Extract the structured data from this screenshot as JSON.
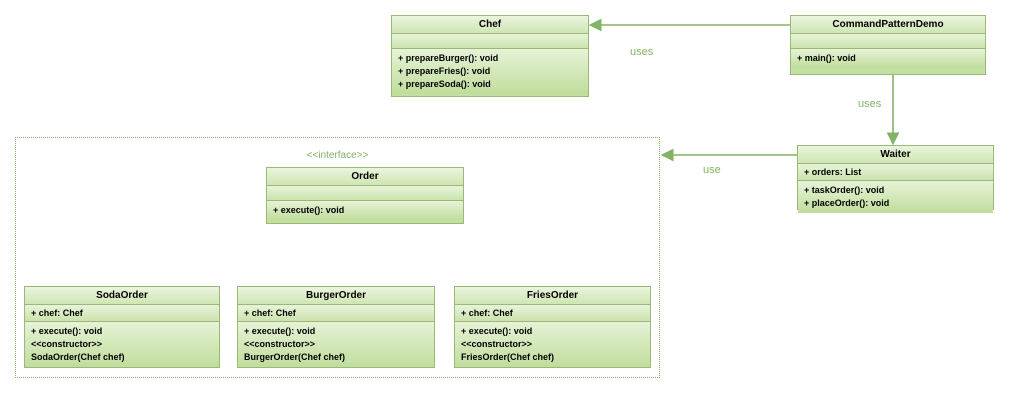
{
  "diagram": {
    "package": {
      "stereotype": "<<interface>>"
    },
    "classes": {
      "chef": {
        "name": "Chef",
        "attributes": [],
        "operations": [
          "+ prepareBurger(): void",
          "+ prepareFries(): void",
          "+ prepareSoda(): void"
        ]
      },
      "command_pattern_demo": {
        "name": "CommandPatternDemo",
        "attributes": [],
        "operations": [
          "+ main(): void"
        ]
      },
      "waiter": {
        "name": "Waiter",
        "attributes": [
          "+ orders: List"
        ],
        "operations": [
          "+ taskOrder(): void",
          "+ placeOrder(): void"
        ]
      },
      "order": {
        "name": "Order",
        "attributes": [],
        "operations": [
          "+ execute(): void"
        ]
      },
      "soda_order": {
        "name": "SodaOrder",
        "attributes": [
          "+ chef: Chef"
        ],
        "operations": [
          "+ execute(): void",
          "<<constructor>>",
          "SodaOrder(Chef chef)"
        ]
      },
      "burger_order": {
        "name": "BurgerOrder",
        "attributes": [
          "+ chef: Chef"
        ],
        "operations": [
          "+ execute(): void",
          "<<constructor>>",
          "BurgerOrder(Chef chef)"
        ]
      },
      "fries_order": {
        "name": "FriesOrder",
        "attributes": [
          "+ chef: Chef"
        ],
        "operations": [
          "+ execute(): void",
          "<<constructor>>",
          "FriesOrder(Chef chef)"
        ]
      }
    },
    "edges": {
      "demo_to_chef": "uses",
      "demo_to_waiter": "uses",
      "waiter_to_order": "use"
    },
    "colors": {
      "accent": "#82b366",
      "box_border": "#9ab87a"
    }
  }
}
